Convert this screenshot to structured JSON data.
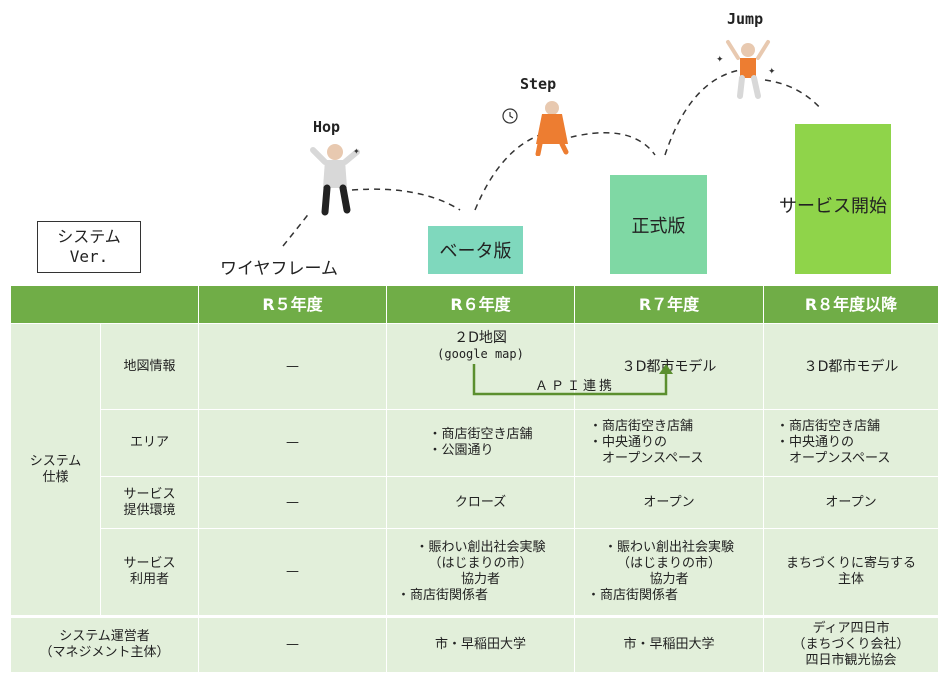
{
  "stages": {
    "hop": "Hop",
    "step": "Step",
    "jump": "Jump"
  },
  "system_box": {
    "line1": "システム",
    "line2": "Ver."
  },
  "milestones": {
    "wireframe": "ワイヤフレーム",
    "beta": "ベータ版",
    "official": "正式版",
    "launch": "サービス開始"
  },
  "colors": {
    "header_green": "#70ad47",
    "cell_bg": "#e2efda",
    "beta_box": "#7fd8bd",
    "official_box": "#7fd8a4",
    "launch_box": "#8fd44a",
    "arrow": "#5b8f2e"
  },
  "table": {
    "headers": [
      "",
      "R５年度",
      "R６年度",
      "R７年度",
      "R８年度以降"
    ],
    "group_label": "システム\n仕様",
    "rows": [
      {
        "label": "地図情報",
        "r5": "—",
        "r6_line1": "２D地図",
        "r6_line2": "(google map)",
        "r7": "３D都市モデル",
        "r8": "３D都市モデル"
      },
      {
        "label": "エリア",
        "r5": "—",
        "r6": [
          "・商店街空き店舗",
          "・公園通り"
        ],
        "r7": [
          "・商店街空き店舗",
          "・中央通りの",
          "　オープンスペース"
        ],
        "r8": [
          "・商店街空き店舗",
          "・中央通りの",
          "　オープンスペース"
        ]
      },
      {
        "label_line1": "サービス",
        "label_line2": "提供環境",
        "r5": "—",
        "r6": "クローズ",
        "r7": "オープン",
        "r8": "オープン"
      },
      {
        "label_line1": "サービス",
        "label_line2": "利用者",
        "r5": "—",
        "r6": [
          "・賑わい創出社会実験",
          "（はじまりの市）",
          "協力者",
          "・商店街関係者"
        ],
        "r7": [
          "・賑わい創出社会実験",
          "（はじまりの市）",
          "協力者",
          "・商店街関係者"
        ],
        "r8": [
          "まちづくりに寄与する",
          "主体"
        ]
      }
    ],
    "operator": {
      "label_line1": "システム運営者",
      "label_line2": "（マネジメント主体）",
      "r5": "—",
      "r6": "市・早稲田大学",
      "r7": "市・早稲田大学",
      "r8": [
        "ディア四日市",
        "（まちづくり会社）",
        "四日市観光協会"
      ]
    },
    "api_label": "ＡＰＩ連携"
  }
}
